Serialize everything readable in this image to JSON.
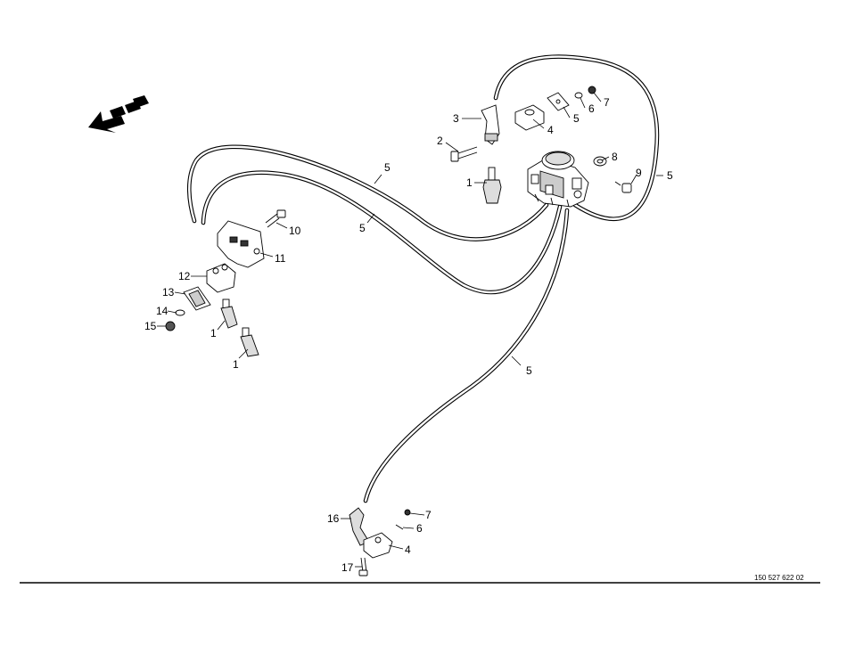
{
  "drawing_number": "150 527 622 02",
  "direction_icon": "arrow-travel-direction-icon",
  "callouts": {
    "c1a": "1",
    "c1b": "1",
    "c1c": "1",
    "c2": "2",
    "c3": "3",
    "c4a": "4",
    "c4b": "4",
    "c5a": "5",
    "c5b": "5",
    "c5c": "5",
    "c5d": "5",
    "c5e": "5",
    "c6a": "6",
    "c6b": "6",
    "c7a": "7",
    "c7b": "7",
    "c8": "8",
    "c9": "9",
    "c10": "10",
    "c11": "11",
    "c12": "12",
    "c13": "13",
    "c14": "14",
    "c15": "15",
    "c16": "16",
    "c17": "17"
  },
  "parts": {
    "valve": "brake-valve",
    "hose": "air-hose",
    "fitting": "straight-connector",
    "angle_fitting": "elbow-connector",
    "bracket": "mounting-bracket",
    "clamp": "hose-clamp-block"
  }
}
